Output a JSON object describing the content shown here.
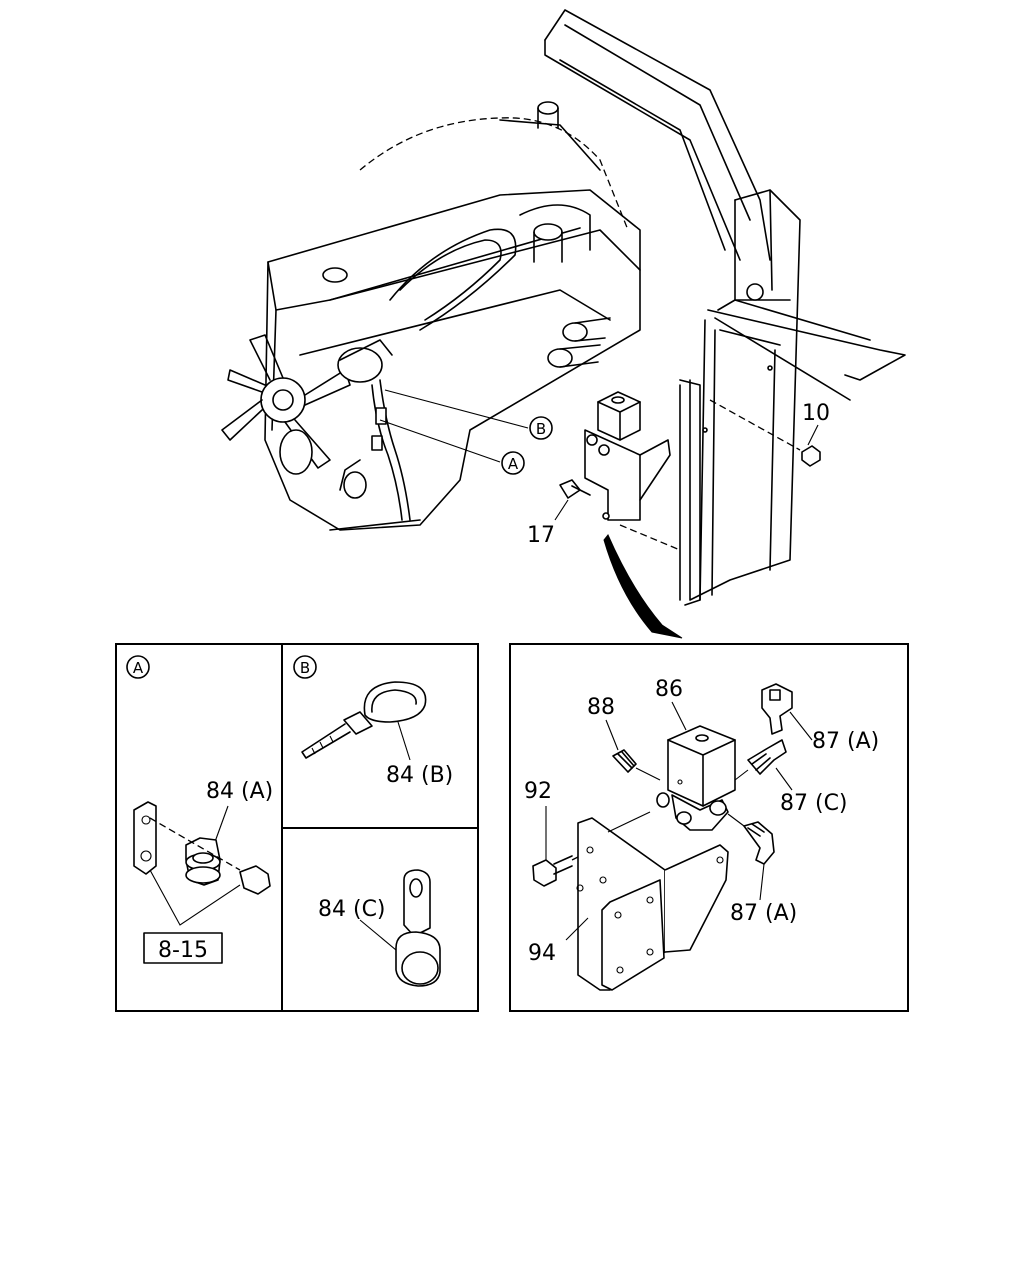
{
  "callouts": {
    "part_10": "10",
    "part_17": "17",
    "ref_a": "A",
    "ref_b": "B"
  },
  "detail_a": {
    "title": "A",
    "part_84a": "84 (A)",
    "ref_box": "8-15"
  },
  "detail_b": {
    "title": "B",
    "part_84b": "84 (B)"
  },
  "detail_c": {
    "part_84c": "84 (C)"
  },
  "detail_valve": {
    "part_86": "86",
    "part_88": "88",
    "part_87a_top": "87 (A)",
    "part_87c": "87 (C)",
    "part_87a_bottom": "87 (A)",
    "part_92": "92",
    "part_94": "94"
  }
}
